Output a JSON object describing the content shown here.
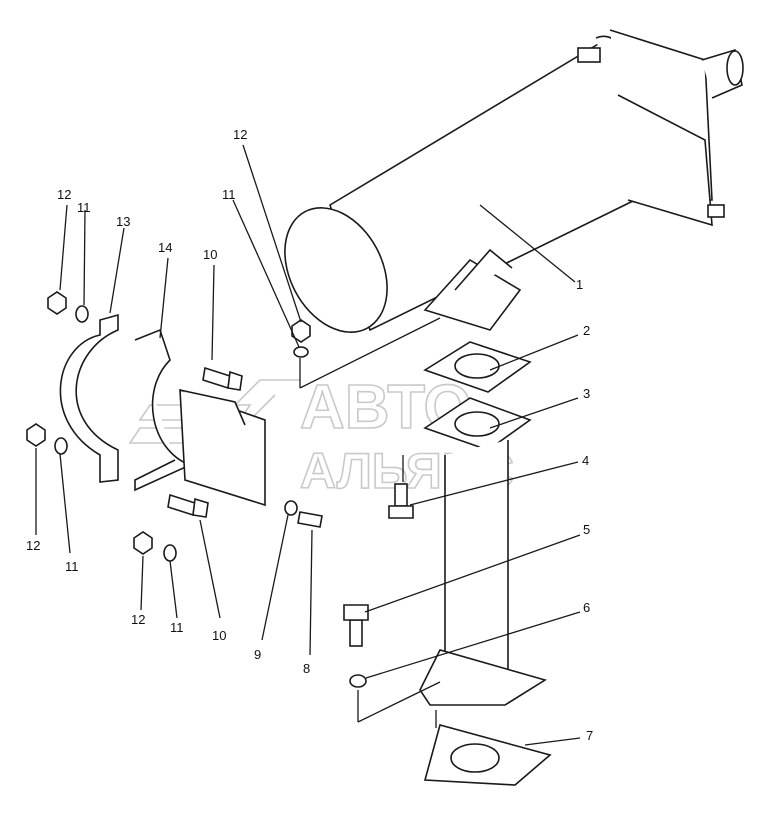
{
  "watermark": {
    "line1": "АВТО",
    "line2": "АЛЬЯНС"
  },
  "callouts": [
    {
      "id": "c1",
      "text": "1"
    },
    {
      "id": "c2",
      "text": "2"
    },
    {
      "id": "c3",
      "text": "3"
    },
    {
      "id": "c4",
      "text": "4"
    },
    {
      "id": "c5",
      "text": "5"
    },
    {
      "id": "c6",
      "text": "6"
    },
    {
      "id": "c7",
      "text": "7"
    },
    {
      "id": "c8",
      "text": "8"
    },
    {
      "id": "c9",
      "text": "9"
    },
    {
      "id": "c10a",
      "text": "10"
    },
    {
      "id": "c10b",
      "text": "10"
    },
    {
      "id": "c11a",
      "text": "11"
    },
    {
      "id": "c11b",
      "text": "11"
    },
    {
      "id": "c11c",
      "text": "11"
    },
    {
      "id": "c11d",
      "text": "11"
    },
    {
      "id": "c12a",
      "text": "12"
    },
    {
      "id": "c12b",
      "text": "12"
    },
    {
      "id": "c12c",
      "text": "12"
    },
    {
      "id": "c12d",
      "text": "12"
    },
    {
      "id": "c13",
      "text": "13"
    },
    {
      "id": "c14",
      "text": "14"
    }
  ]
}
